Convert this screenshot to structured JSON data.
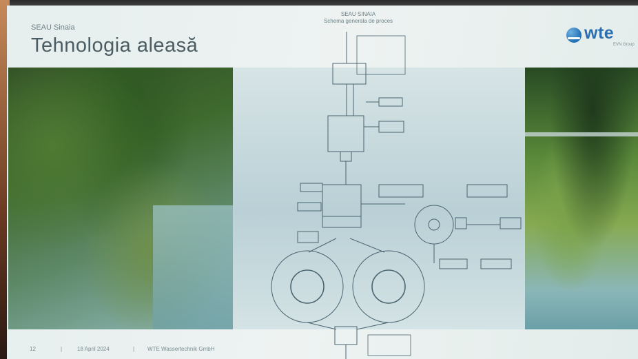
{
  "slide": {
    "eyebrow": "SEAU Sinaia",
    "title": "Tehnologia aleasă",
    "diagram_title": "SEAU SINAIA",
    "diagram_subtitle": "Schema generala de proces"
  },
  "logo": {
    "text": "wte",
    "subtext": "EVN Group",
    "icon": "wte-logo-icon",
    "brand_color": "#2c6fae"
  },
  "footer": {
    "page_number": "12",
    "separator": "|",
    "date": "18 April 2024",
    "company": "WTE Wassertechnik GmbH"
  }
}
